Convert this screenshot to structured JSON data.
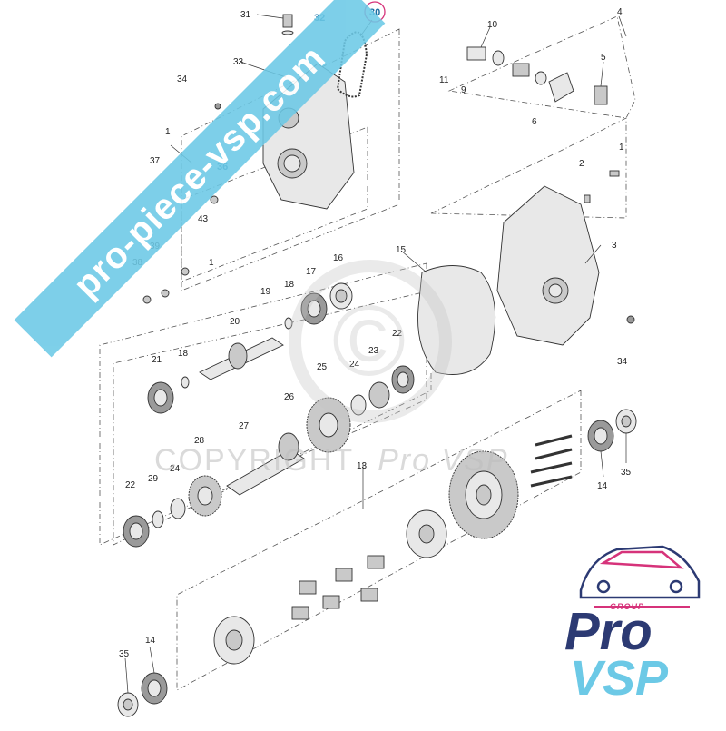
{
  "callouts": [
    {
      "id": "c31",
      "label": "31"
    },
    {
      "id": "c32",
      "label": "32"
    },
    {
      "id": "c30",
      "label": "30"
    },
    {
      "id": "c33",
      "label": "33"
    },
    {
      "id": "c34a",
      "label": "34"
    },
    {
      "id": "c1a",
      "label": "1"
    },
    {
      "id": "c37",
      "label": "37"
    },
    {
      "id": "c36",
      "label": "36"
    },
    {
      "id": "c43",
      "label": "43"
    },
    {
      "id": "c39",
      "label": "39"
    },
    {
      "id": "c38",
      "label": "38"
    },
    {
      "id": "c1b",
      "label": "1"
    },
    {
      "id": "c10",
      "label": "10"
    },
    {
      "id": "c11",
      "label": "11"
    },
    {
      "id": "c9",
      "label": "9"
    },
    {
      "id": "c4",
      "label": "4"
    },
    {
      "id": "c5",
      "label": "5"
    },
    {
      "id": "c6",
      "label": "6"
    },
    {
      "id": "c2",
      "label": "2"
    },
    {
      "id": "c1c",
      "label": "1"
    },
    {
      "id": "c3",
      "label": "3"
    },
    {
      "id": "c34b",
      "label": "34"
    },
    {
      "id": "c15",
      "label": "15"
    },
    {
      "id": "c16",
      "label": "16"
    },
    {
      "id": "c17",
      "label": "17"
    },
    {
      "id": "c18a",
      "label": "18"
    },
    {
      "id": "c19",
      "label": "19"
    },
    {
      "id": "c20",
      "label": "20"
    },
    {
      "id": "c21",
      "label": "21"
    },
    {
      "id": "c18b",
      "label": "18"
    },
    {
      "id": "c22a",
      "label": "22"
    },
    {
      "id": "c23",
      "label": "23"
    },
    {
      "id": "c24a",
      "label": "24"
    },
    {
      "id": "c25",
      "label": "25"
    },
    {
      "id": "c26",
      "label": "26"
    },
    {
      "id": "c27",
      "label": "27"
    },
    {
      "id": "c28",
      "label": "28"
    },
    {
      "id": "c24b",
      "label": "24"
    },
    {
      "id": "c29",
      "label": "29"
    },
    {
      "id": "c22b",
      "label": "22"
    },
    {
      "id": "c13",
      "label": "13"
    },
    {
      "id": "c14a",
      "label": "14"
    },
    {
      "id": "c35a",
      "label": "35"
    },
    {
      "id": "c14b",
      "label": "14"
    },
    {
      "id": "c35b",
      "label": "35"
    }
  ],
  "watermark_text": "pro-piece-vsp.com",
  "copyright_text": "COPYRIGHT",
  "copyright_brand": "Pro VSP",
  "copyright_symbol": "©",
  "logo": {
    "group_label": "GROUP",
    "pro_label": "Pro",
    "vsp_label": "VSP",
    "colors": {
      "navy": "#2c3a73",
      "cyan": "#6cc9e6",
      "pink": "#d6337a"
    }
  },
  "colors": {
    "watermark": "#6cc9e6",
    "highlight_circle": "#d6337a",
    "callout": "#222222",
    "blue_callout": "#1a6fa3"
  }
}
